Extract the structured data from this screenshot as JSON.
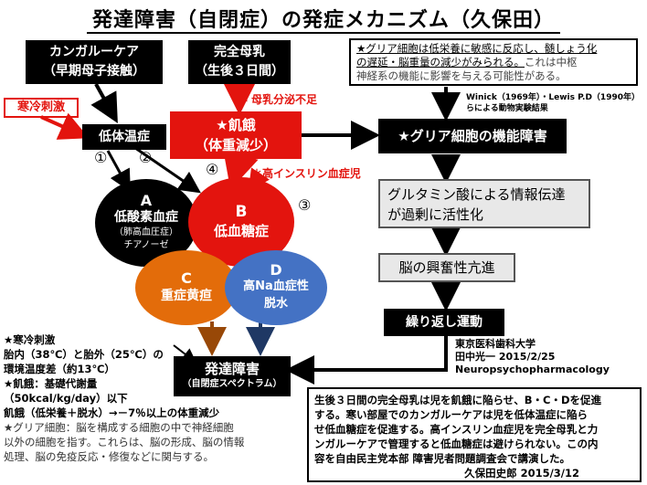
{
  "title": "発達障害（自閉症）の発症メカニズム（久保田）",
  "nodes": {
    "kangaroo": {
      "line1": "カンガルーケア",
      "line2": "（早期母子接触）"
    },
    "breastfeeding": {
      "line1": "完全母乳",
      "line2": "（生後３日間）"
    },
    "cold": "寒冷刺激",
    "low_temp": "低体温症",
    "milk_shortage": "母乳分泌不足",
    "starvation": {
      "line1": "★飢餓",
      "line2": "（体重減少）"
    },
    "hyperinsulin": "＊高インスリン血症児",
    "glia_dysfunction": "★グリア細胞の機能障害",
    "glutamate": {
      "line1": "グルタミン酸による情報伝達",
      "line2": "が過剰に活性化"
    },
    "excitability": "脳の興奮性亢進",
    "repetitive": "繰り返し運動",
    "developmental_disorder": {
      "line1": "発達障害",
      "line2": "（自閉症スペクトラム）"
    }
  },
  "circles": {
    "A": {
      "letter": "A",
      "line1": "低酸素血症",
      "line2": "（肺高血圧症）",
      "line3": "チアノーゼ"
    },
    "B": {
      "letter": "B",
      "line1": "低血糖症"
    },
    "C": {
      "letter": "C",
      "line1": "重症黄疸"
    },
    "D": {
      "letter": "D",
      "line1": "高Na血症性",
      "line2": "脱水"
    }
  },
  "numbers": [
    "①",
    "②",
    "③",
    "④"
  ],
  "glia_note": {
    "text1": "★グリア細胞は低栄養に敏感に反応し、髄しょう化",
    "text2": "の遅延・脳重量の減少がみられる。",
    "text2b": "これは中枢",
    "text3": "神経系の機能に影響を与える可能性がある。"
  },
  "citation_winick": {
    "line1": "Winick（1969年）・Lewis P.D（1990年）",
    "line2": "らによる動物実験結果"
  },
  "citation_tanaka": {
    "line1": "東京医科歯科大学",
    "line2": "田中光一 2015/2/25",
    "line3": "Neuropsychopharmacology"
  },
  "left_notes": {
    "cold_title": "★寒冷刺激",
    "cold_1": "胎内（38℃）と胎外（25℃）の",
    "cold_2": "環境温度差（約13℃）",
    "starve_title": "★飢餓：基礎代謝量",
    "starve_1": "（50kcal/kg/day）以下",
    "starve_2": "飢餓（低栄養＋脱水）→－7％以上の体重減少",
    "glia_1": "★グリア細胞：脳を構成する細胞の中で神経細胞",
    "glia_2": "以外の細胞を指す。これらは、脳の形成、脳の情報",
    "glia_3": "処理、脳の免疫反応・修復などに関与する。"
  },
  "summary": {
    "line1": "生後３日間の完全母乳は児を飢餓に陥らせ、B・C・Dを促進",
    "line2": "する。寒い部屋でのカンガルーケアは児を低体温症に陥ら",
    "line3": "せ低血糖症を促進する。高インスリン血症児を完全母乳と力",
    "line4": "ンガルーケアで管理すると低血糖症は避けられない。この内",
    "line5": "容を自由民主党本部 障害児者問題調査会で講演した。",
    "signature": "久保田史郎 2015/3/12"
  },
  "colors": {
    "red": "#e3140e",
    "circle_c": "#e36c0a",
    "circle_d": "#4472c4",
    "brown_arrow": "#984807",
    "navy_arrow": "#1f3864"
  }
}
